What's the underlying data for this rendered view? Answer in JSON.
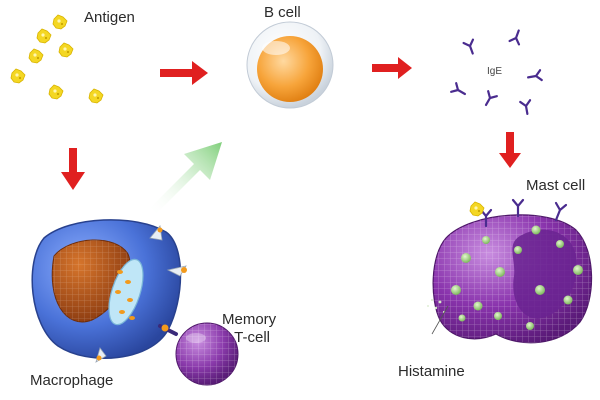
{
  "labels": {
    "antigen": "Antigen",
    "b_cell": "B cell",
    "ige": "IgE",
    "mast_cell": "Mast cell",
    "macrophage": "Macrophage",
    "memory_t_cell_line1": "Memory",
    "memory_t_cell_line2": "T-cell",
    "histamine": "Histamine"
  },
  "colors": {
    "arrow_red": "#e02020",
    "arrow_green": "#8fd08a",
    "antigen_yellow": "#f2d21e",
    "b_cell_orange": "#f59a1f",
    "ige_purple": "#4a2c8f",
    "mast_cell_purple": "#7a2a9e",
    "macrophage_blue": "#3f67c9",
    "macrophage_nucleus": "#b5521a",
    "t_cell_purple": "#7d2f9c",
    "granule_green": "#9fd07a"
  }
}
